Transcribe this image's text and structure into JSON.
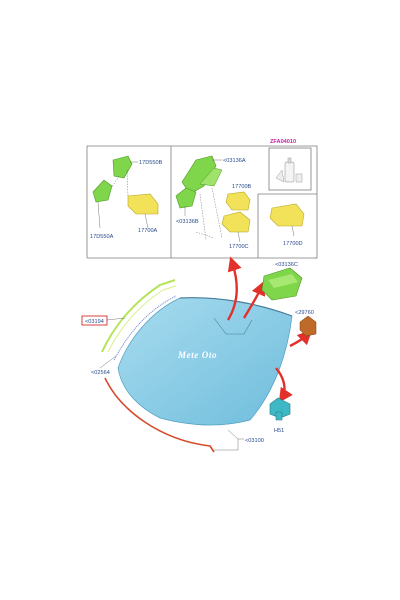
{
  "parts": {
    "p17D550B": "17D550B",
    "p17D550A": "17D550A",
    "p17700A": "17700A",
    "p03136A": "<03136A",
    "p03136B": "<03136B",
    "p17700B": "17700B",
    "p17700C": "17700C",
    "pZFA": "ZFA04010",
    "p17700D": "17700D",
    "p03136C": "<03136C",
    "p03194": "<03194",
    "p02564": "<02564",
    "p29760": "<29760",
    "pH51": "H51",
    "p03100": "<03100"
  },
  "watermark": "Mete Oto",
  "colors": {
    "frame": "#7d7d7d",
    "green": "#7fd64a",
    "yellow": "#f2e25a",
    "glass": "#8fd0e8",
    "arrow": "#e2302a",
    "strip": "#d64a2c",
    "label": "#2a4a8c",
    "highlight": "#d42c2c"
  }
}
